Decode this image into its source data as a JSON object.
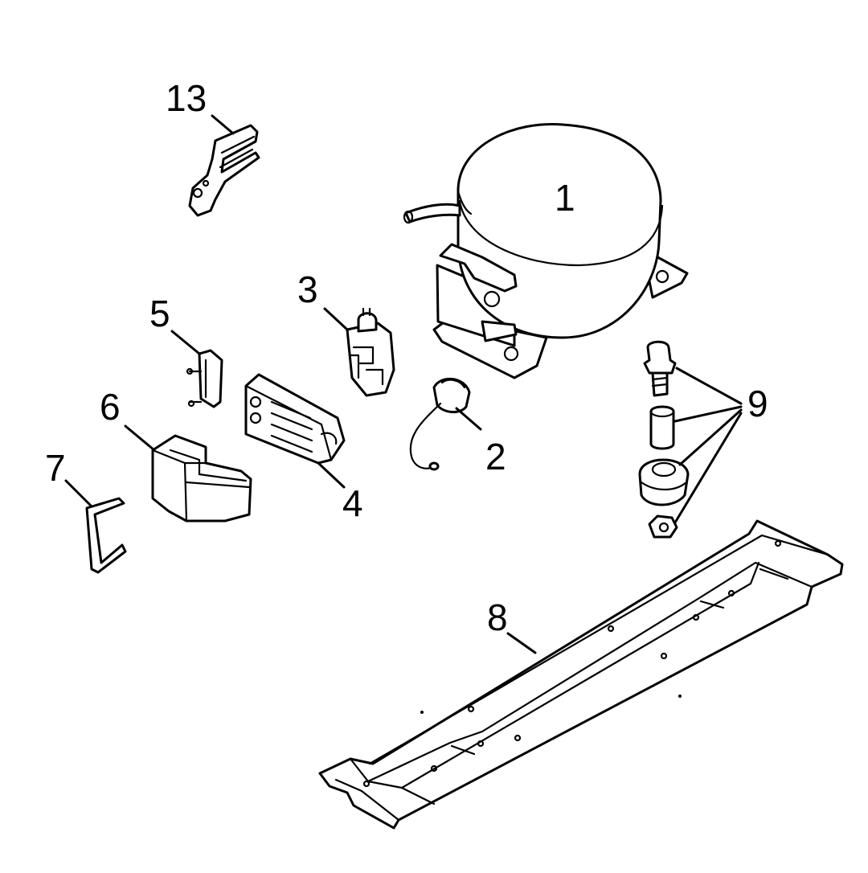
{
  "callouts": {
    "c1": "1",
    "c2": "2",
    "c3": "3",
    "c4": "4",
    "c5": "5",
    "c6": "6",
    "c7": "7",
    "c8": "8",
    "c9": "9",
    "c13": "13"
  },
  "colors": {
    "line": "#000000",
    "background": "#ffffff"
  }
}
